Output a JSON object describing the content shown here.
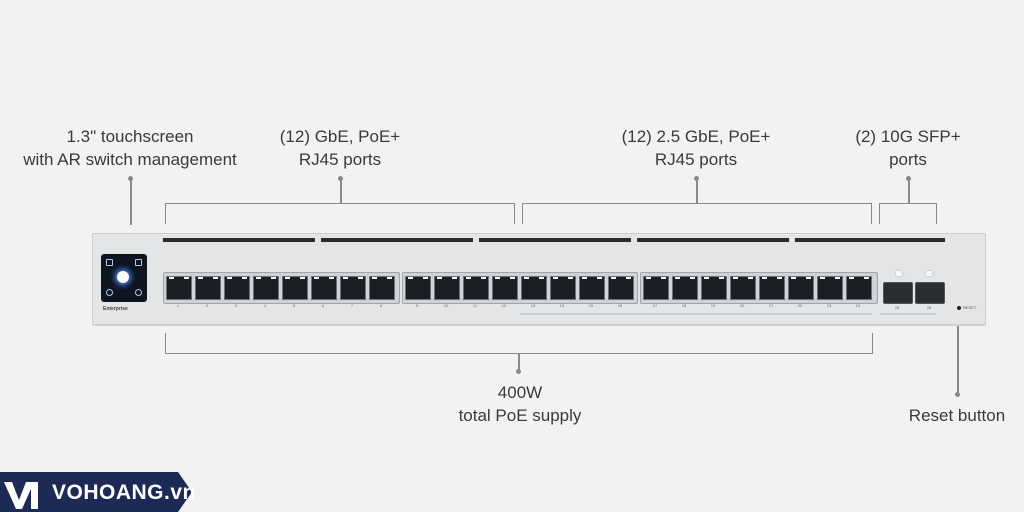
{
  "callouts": {
    "touchscreen": {
      "line1": "1.3\" touchscreen",
      "line2": "with AR switch management"
    },
    "gbe": {
      "line1": "(12) GbE, PoE+",
      "line2": "RJ45 ports"
    },
    "gbe25": {
      "line1": "(12) 2.5 GbE, PoE+",
      "line2": "RJ45 ports"
    },
    "sfp": {
      "line1": "(2) 10G SFP+",
      "line2": "ports"
    },
    "poe": {
      "line1": "400W",
      "line2": "total PoE supply"
    },
    "reset": {
      "line1": "Reset button"
    }
  },
  "switch": {
    "brand": "Enterprise",
    "reset_label": "RESET",
    "port_labels": [
      "1",
      "2",
      "3",
      "4",
      "5",
      "6",
      "7",
      "8",
      "9",
      "10",
      "11",
      "12",
      "13",
      "14",
      "15",
      "16",
      "17",
      "18",
      "19",
      "20",
      "21",
      "22",
      "23",
      "24"
    ],
    "sfp_labels": [
      "25",
      "26"
    ]
  },
  "watermark": {
    "text": "VOHOANG.vn"
  },
  "colors": {
    "background": "#f2f2f2",
    "chassis": "#e3e5e7",
    "leader": "#8a8a8a",
    "logo": "#1d2a55"
  }
}
